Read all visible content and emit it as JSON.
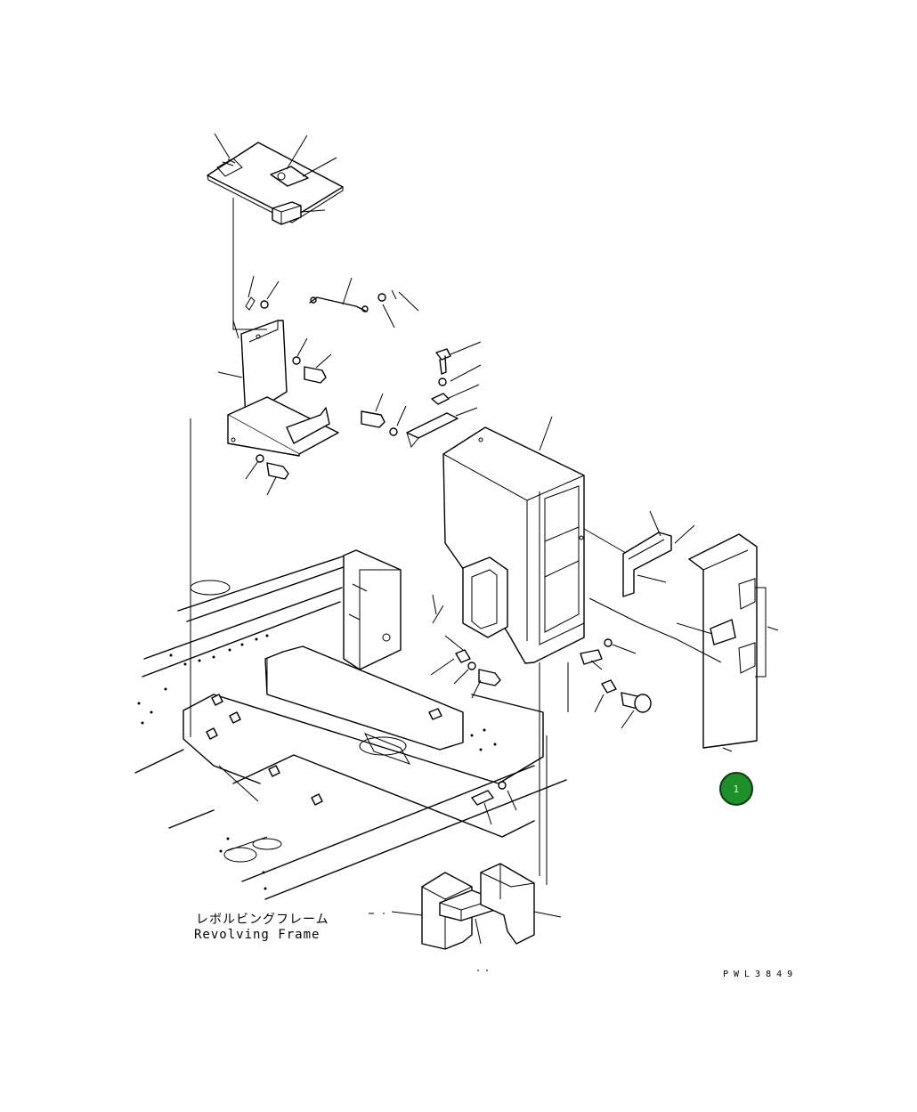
{
  "diagram": {
    "frame_label_jp": "レボルビングフレーム",
    "frame_label_en": "Revolving Frame",
    "drawing_number": "PWL3849",
    "callouts": [
      {
        "number": "1",
        "color": "#1f8f2a"
      }
    ]
  }
}
